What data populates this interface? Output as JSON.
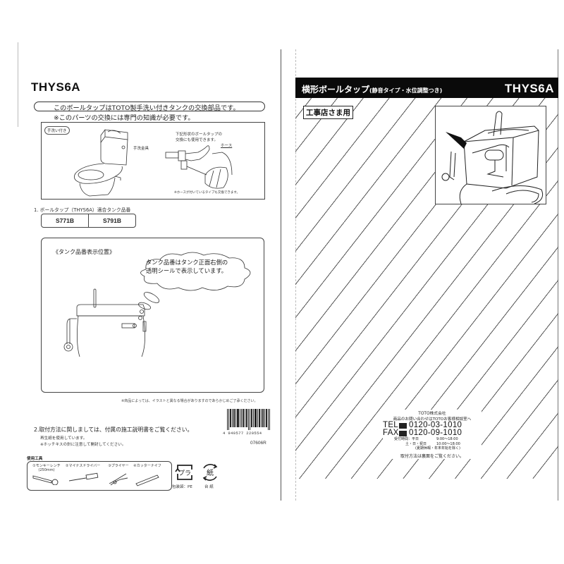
{
  "left_page": {
    "model_title": "THYS6A",
    "intro": {
      "line1": "このボールタップはTOTO製手洗い付きタンクの交換部品です。",
      "line2": "※このパーツの交換には専門の知識が必要です。"
    },
    "figure1": {
      "tag": "手洗い付き",
      "faucet_label": "手洗金具",
      "alt_note_line1": "下記形状のボールタップの",
      "alt_note_line2": "交換にも使用できます。",
      "hose_label": "ホース",
      "hose_note": "※ホースが付いているタイプも交換できます。"
    },
    "compat": {
      "heading": "1. ボールタップ（THYS6A）適合タンク品番",
      "models": [
        "S771B",
        "S791B"
      ]
    },
    "figure2": {
      "caption": "《タンク品番表示位置》",
      "cloud_line1": "タンク品番はタンク正面右側の",
      "cloud_line2": "透明シールで表示しています。"
    },
    "illustration_note": "※商品によっては、イラストと異なる場合がありますのであらかじめご了承ください。",
    "barcode_number": "4 940577 220554",
    "code": "07606R",
    "install_line": "2.取付方法に関しましては、付属の施工説明書をご覧ください。",
    "recycled_line": "再生紙を使用しています。",
    "staple_line": "※ホッチキスの針に注意して開封してください。",
    "tools": {
      "heading": "使用工具",
      "items": [
        {
          "label": "①モンキーレンチ",
          "sub": "(250mm)"
        },
        {
          "label": "②マイナスドライバー",
          "sub": ""
        },
        {
          "label": "③プライヤー",
          "sub": ""
        },
        {
          "label": "④カッターナイフ",
          "sub": ""
        }
      ]
    },
    "recycle_marks": [
      {
        "symbol": "プラ",
        "label": "包装袋：PE"
      },
      {
        "symbol": "紙",
        "label": "台 紙"
      }
    ]
  },
  "right_page": {
    "header": {
      "title": "横形ボールタップ",
      "subtitle": "(静音タイプ・水位調整つき)",
      "model": "THYS6A"
    },
    "badge": "工事店さま用",
    "contact": {
      "company": "TOTO株式会社",
      "inquiry": "商品のお問い合わせはTOTOお客様相談室へ",
      "tel_label": "TEL",
      "tel": "0120-03-1010",
      "fax_label": "FAX",
      "fax": "0120-09-1010",
      "hours_label": "受付時間：平日",
      "hours_weekday": "9:00～18:00",
      "hours_weekend_label": "土・日・祝日",
      "hours_weekend": "10:00～18:00",
      "hours_note": "(夏期休暇・年末年始を除く)",
      "back_note": "取付方法は裏面をご覧ください。"
    }
  }
}
